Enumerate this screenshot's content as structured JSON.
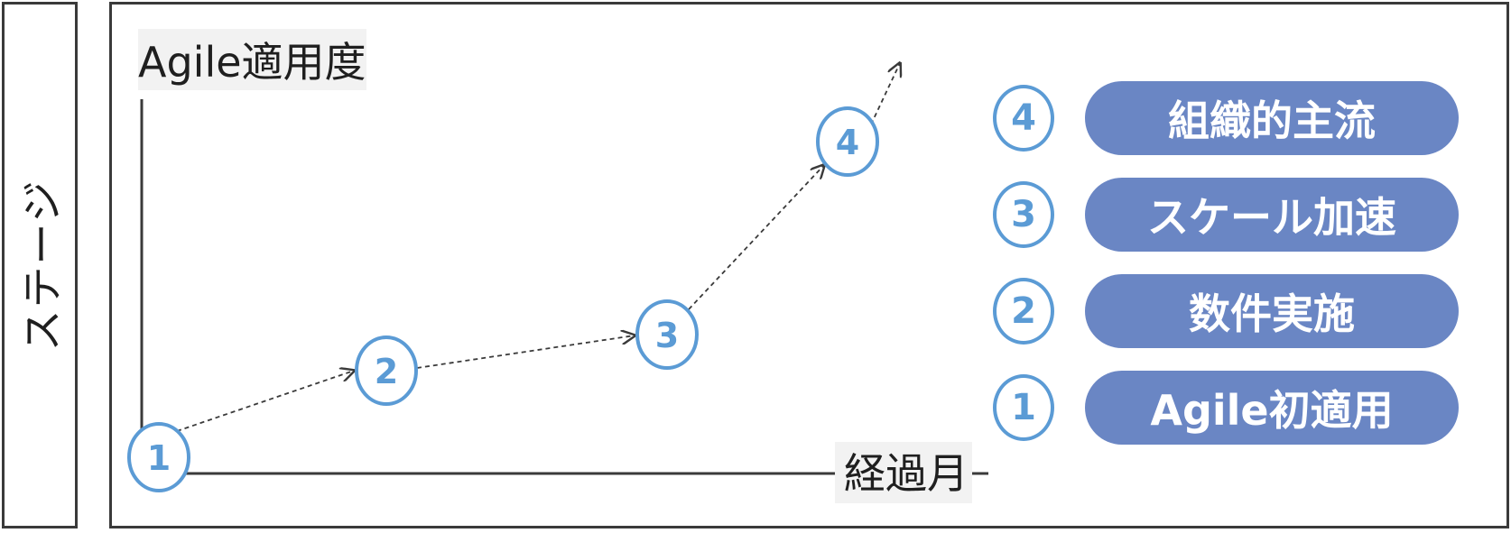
{
  "side_label": "ステージ",
  "y_axis_title": "Agile適用度",
  "x_axis_title": "経過月",
  "stages": [
    {
      "num": "1",
      "label": "Agile初適用"
    },
    {
      "num": "2",
      "label": "数件実施"
    },
    {
      "num": "3",
      "label": "スケール加速"
    },
    {
      "num": "4",
      "label": "組織的主流"
    }
  ],
  "colors": {
    "circle_stroke": "#5b9bd5",
    "pill_fill": "#6a86c4",
    "frame": "#3a3a3a",
    "axis_title_bg": "#f2f2f2"
  }
}
